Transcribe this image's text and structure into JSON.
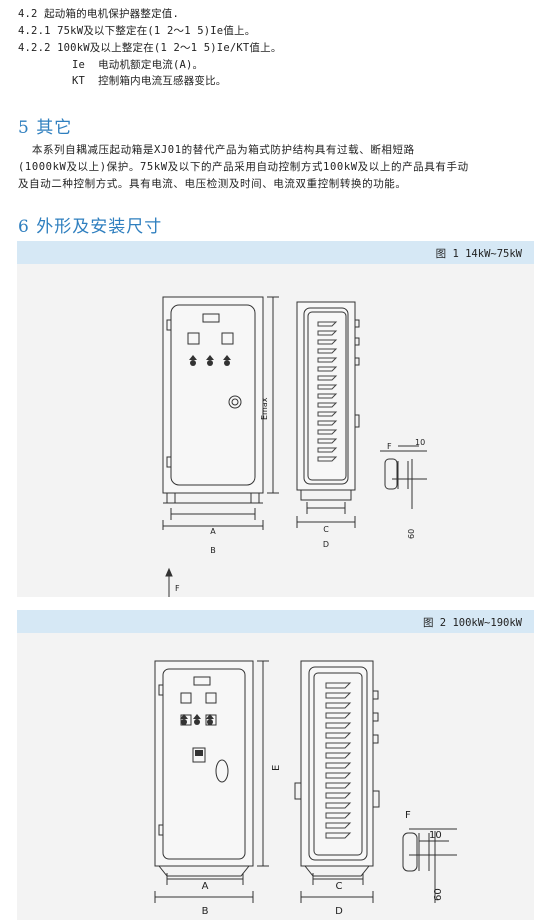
{
  "section4": {
    "line1": "4.2 起动箱的电机保护器整定值.",
    "line2": "4.2.1 75kW及以下整定在(1 2～1 5)Ie值上。",
    "line3": "4.2.2 100kW及以上整定在(1 2～1 5)Ie/KT值上。",
    "def1": "Ie  电动机额定电流(A)。",
    "def2": "KT  控制箱内电流互感器变比。"
  },
  "section5": {
    "heading": "5 其它",
    "para_line1": "  本系列自耦减压起动箱是XJ01的替代产品为箱式防护结构具有过载、断相短路",
    "para_line2": "(1000kW及以上)保护。75kW及以下的产品采用自动控制方式100kW及以上的产品具有手动",
    "para_line3": "及自动二种控制方式。具有电流、电压检测及时间、电流双重控制转换的功能。"
  },
  "section6": {
    "heading": "6 外形及安装尺寸"
  },
  "figure1": {
    "caption": "图 1  14kW~75kW",
    "labels": {
      "emax": "Emax",
      "A": "A",
      "B": "B",
      "C": "C",
      "D": "D",
      "F": "F",
      "ten": "10",
      "sixty": "60",
      "F_arrow": "F"
    }
  },
  "figure2": {
    "caption": "图 2 100kW~190kW",
    "labels": {
      "E": "E",
      "A": "A",
      "B": "B",
      "C": "C",
      "D": "D",
      "F": "F",
      "ten": "10",
      "sixty": "60"
    }
  },
  "colors": {
    "heading_blue": "#2f7fbf",
    "caption_bar": "#d6e8f5",
    "panel_bg": "#f3f3f3"
  }
}
